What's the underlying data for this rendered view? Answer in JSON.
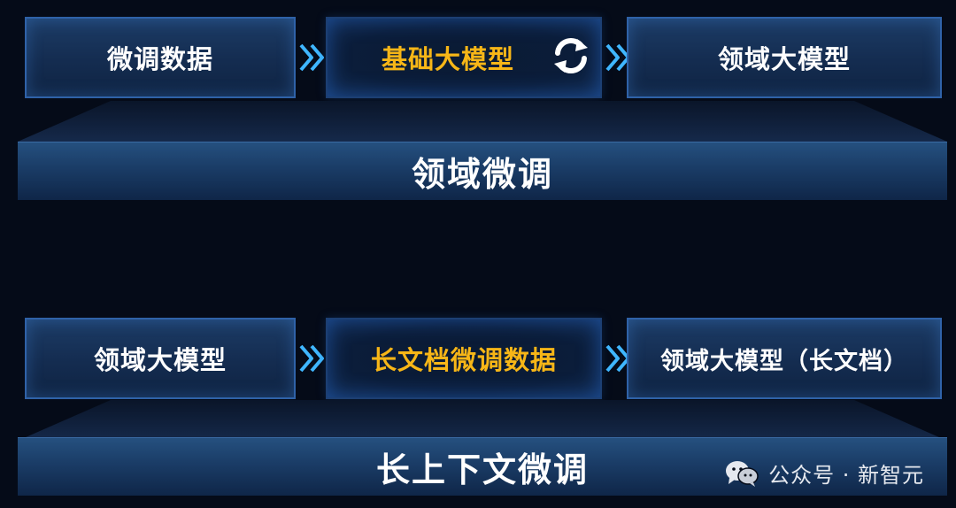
{
  "top_flow": {
    "left_box": "微调数据",
    "center_box": "基础大模型",
    "right_box": "领域大模型",
    "platform": "领域微调"
  },
  "bottom_flow": {
    "left_box": "领域大模型",
    "center_box": "长文档微调数据",
    "right_box": "领域大模型（长文档）",
    "platform": "长上下文微调"
  },
  "watermark": {
    "text": "公众号 · 新智元",
    "icon": "wechat-icon"
  },
  "colors": {
    "background": "#050b18",
    "box_border": "#2f62a8",
    "highlight_text": "#f7b617",
    "arrow": "#3fb6ff",
    "refresh_icon": "#ffffff"
  }
}
